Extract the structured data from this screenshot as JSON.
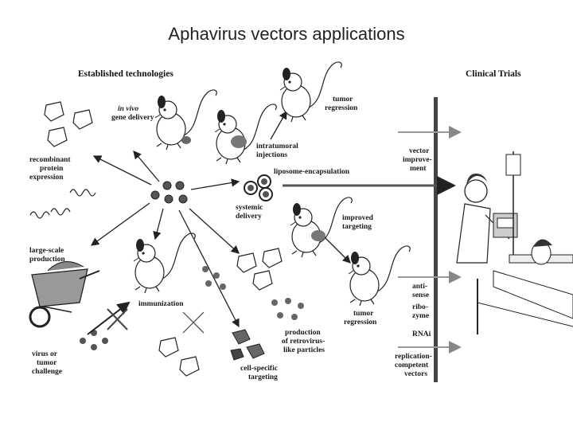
{
  "slide": {
    "title": "Aphavirus vectors applications"
  },
  "headers": {
    "left": "Established technologies",
    "right": "Clinical Trials"
  },
  "labels": {
    "in_vivo": "in vivo",
    "gene_delivery": "gene delivery",
    "recombinant": "recombinant",
    "protein": "protein",
    "expression": "expression",
    "large_scale": "large-scale",
    "production": "production",
    "tumor_regression_1a": "tumor",
    "tumor_regression_1b": "regression",
    "intratumoral": "intratumoral",
    "injections": "injections",
    "liposome": "liposome-encapsulation",
    "systemic": "systemic",
    "delivery": "delivery",
    "improved": "improved",
    "targeting": "targeting",
    "tumor_regression_2a": "tumor",
    "tumor_regression_2b": "regression",
    "immunization": "immunization",
    "virus_or": "virus  or",
    "tumor_c": "tumor",
    "challenge": "challenge",
    "production_of": "production",
    "of_retro": "of retrovirus-",
    "like_particles": "like particles",
    "cell_specific": "cell-specific",
    "cell_targeting": "targeting",
    "vector": "vector",
    "improvement_a": "improve-",
    "improvement_b": "ment",
    "anti": "anti-",
    "sense": "sense",
    "ribo": "ribo-",
    "zyme": "zyme",
    "rnai": "RNAi",
    "replication": "replication-",
    "competent": "competent",
    "vectors": "vectors"
  }
}
